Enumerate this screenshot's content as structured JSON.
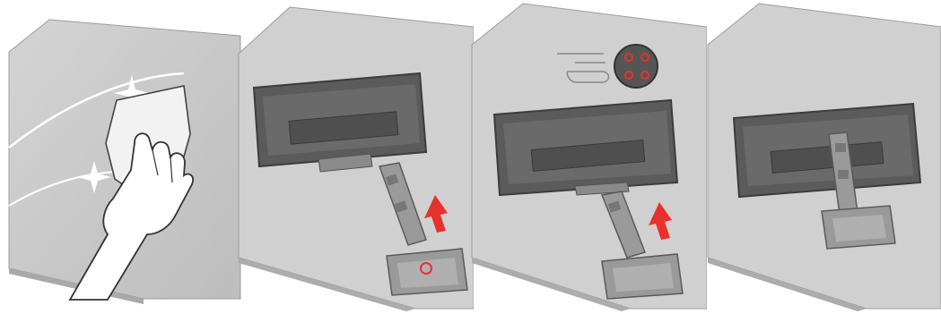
{
  "figure": {
    "kind": "installation-steps-illustration",
    "accent_color": "#e8312b",
    "table_color": "#c9c9c9",
    "monitor_color": "#555555",
    "stand_color": "#8f8f8f",
    "steps": [
      {
        "id": "step-1",
        "depicts": "wipe-table-surface",
        "icon": "cleaning-cloth-hand-icon"
      },
      {
        "id": "step-2",
        "depicts": "attach-stand-to-base",
        "icon": "up-arrow-icon"
      },
      {
        "id": "step-3",
        "depicts": "attach-stand-to-monitor",
        "icon": "up-arrow-icon"
      },
      {
        "id": "step-4",
        "depicts": "assembled-monitor-on-stand",
        "icon": ""
      }
    ]
  }
}
